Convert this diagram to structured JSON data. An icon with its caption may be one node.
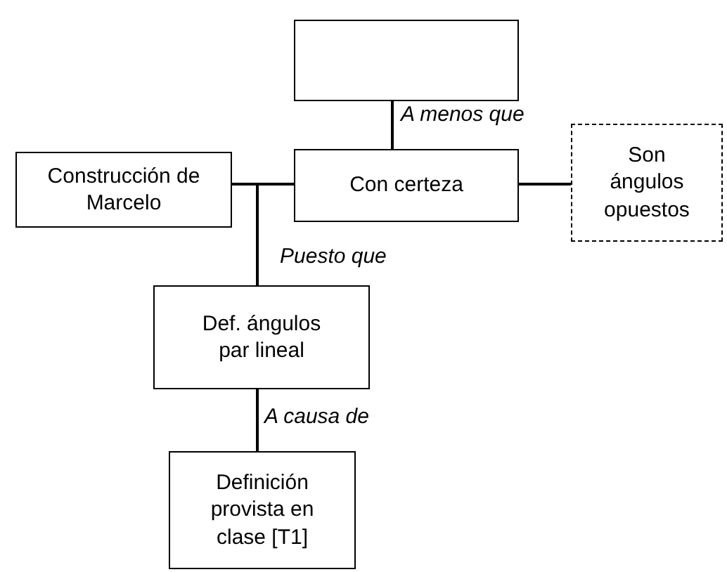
{
  "diagram": {
    "nodes": [
      {
        "text": [],
        "shape": "box"
      },
      {
        "text": [
          "Construcción de Marcelo"
        ]
      },
      {
        "text": [
          "Con certeza"
        ]
      },
      {
        "text": [
          "Son ángulos opuestos"
        ]
      },
      {
        "text": [
          "Def. ángulos par lineal"
        ]
      },
      {
        "text": [
          "Definición provista en clase [T1]"
        ]
      }
    ],
    "edges": [
      {
        "from": 1,
        "to": 2,
        "arrow": "none"
      },
      {
        "from": 0,
        "to": 2,
        "label": "A menos que",
        "arrow": "none"
      },
      {
        "from": 2,
        "to": 3,
        "arrow": "none"
      },
      {
        "from": 4,
        "to": 2,
        "label": "Puesto que",
        "arrow": "none"
      },
      {
        "from": 5,
        "to": 4,
        "label": "A causa de",
        "arrow": "none"
      }
    ]
  }
}
